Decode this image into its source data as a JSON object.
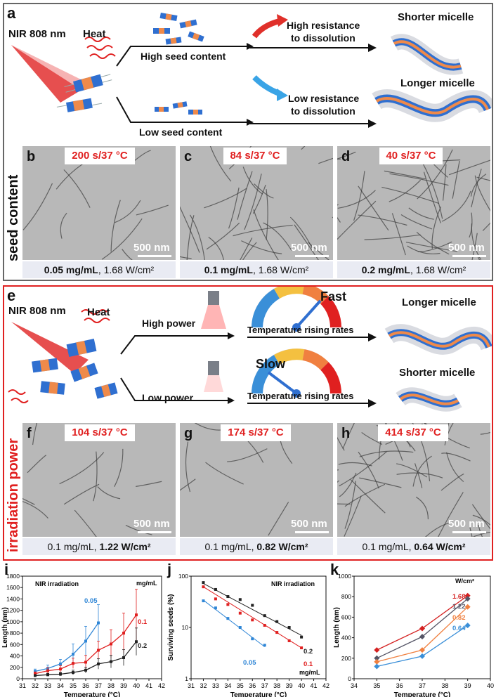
{
  "panels": {
    "a": "a",
    "b": "b",
    "c": "c",
    "d": "d",
    "e": "e",
    "f": "f",
    "g": "g",
    "h": "h",
    "i": "i",
    "j": "j",
    "k": "k"
  },
  "top": {
    "nir": "NIR 808 nm",
    "heat": "Heat",
    "high_seed": "High seed content",
    "low_seed": "Low seed content",
    "high_res_1": "High resistance",
    "high_res_2": "to dissolution",
    "low_res_1": "Low resistance",
    "low_res_2": "to dissolution",
    "shorter": "Shorter micelle",
    "longer": "Longer micelle",
    "side_label": "seed content"
  },
  "tem_top": [
    {
      "title": "200 s/37 °C",
      "scale": "500 nm",
      "cap_bold": "0.05 mg/mL",
      "cap_rest": ", 1.68 W/cm²"
    },
    {
      "title": "84 s/37 °C",
      "scale": "500 nm",
      "cap_bold": "0.1 mg/mL",
      "cap_rest": ", 1.68 W/cm²"
    },
    {
      "title": "40 s/37 °C",
      "scale": "500 nm",
      "cap_bold": "0.2 mg/mL",
      "cap_rest": ", 1.68 W/cm²"
    }
  ],
  "mid": {
    "nir": "NIR 808 nm",
    "heat": "Heat",
    "high_power": "High power",
    "low_power": "Low power",
    "fast": "Fast",
    "slow": "Slow",
    "temp_rate": "Temperature rising rates",
    "longer": "Longer micelle",
    "shorter": "Shorter micelle",
    "side_label": "irradiation power"
  },
  "tem_mid": [
    {
      "title": "104 s/37 °C",
      "scale": "500 nm",
      "cap_rest": "0.1 mg/mL, ",
      "cap_bold": "1.22 W/cm²"
    },
    {
      "title": "174 s/37 °C",
      "scale": "500 nm",
      "cap_rest": "0.1 mg/mL, ",
      "cap_bold": "0.82 W/cm²"
    },
    {
      "title": "414 s/37 °C",
      "scale": "500 nm",
      "cap_rest": "0.1 mg/mL, ",
      "cap_bold": "0.64 W/cm²"
    }
  ],
  "chart_data": [
    {
      "type": "line",
      "xlabel": "Temperature (°C)",
      "ylabel": "Length (nm)",
      "annotation": "NIR irradiation",
      "legend_title": "mg/mL",
      "xlim": [
        31,
        42
      ],
      "ylim": [
        0,
        1800
      ],
      "x_ticks": [
        31,
        32,
        33,
        34,
        35,
        36,
        37,
        38,
        39,
        40,
        41,
        42
      ],
      "y_ticks": [
        0,
        200,
        400,
        600,
        800,
        1000,
        1200,
        1400,
        1600,
        1800
      ],
      "series": [
        {
          "name": "0.05",
          "color": "#2f86d6",
          "x": [
            32,
            33,
            34,
            35,
            36,
            37
          ],
          "y": [
            130,
            180,
            260,
            430,
            660,
            980
          ],
          "err": [
            40,
            60,
            80,
            180,
            260,
            320
          ]
        },
        {
          "name": "0.1",
          "color": "#e02020",
          "x": [
            32,
            33,
            34,
            35,
            36,
            37,
            38,
            39,
            40
          ],
          "y": [
            90,
            140,
            170,
            270,
            290,
            500,
            610,
            800,
            1120
          ],
          "err": [
            30,
            50,
            60,
            90,
            120,
            160,
            250,
            350,
            450
          ]
        },
        {
          "name": "0.2",
          "color": "#222222",
          "x": [
            32,
            33,
            34,
            35,
            36,
            37,
            38,
            39,
            40
          ],
          "y": [
            55,
            70,
            80,
            110,
            150,
            260,
            300,
            370,
            650
          ],
          "err": [
            20,
            25,
            30,
            40,
            50,
            90,
            110,
            140,
            240
          ]
        }
      ]
    },
    {
      "type": "scatter",
      "xlabel": "Temperature (°C)",
      "ylabel": "Surviving seeds (%)",
      "annotation": "NIR irradiation",
      "legend_title": "mg/mL",
      "log_y": true,
      "xlim": [
        31,
        42
      ],
      "ylim": [
        1,
        100
      ],
      "x_ticks": [
        31,
        32,
        33,
        34,
        35,
        36,
        37,
        38,
        39,
        40,
        41,
        42
      ],
      "y_ticks": [
        1,
        10,
        100
      ],
      "series": [
        {
          "name": "0.2",
          "color": "#222222",
          "x": [
            32,
            33,
            34,
            35,
            36,
            37,
            38,
            39,
            40
          ],
          "y": [
            75,
            55,
            40,
            35,
            27,
            17,
            13,
            10,
            6.5
          ],
          "fit": [
            [
              32,
              72
            ],
            [
              40,
              7
            ]
          ]
        },
        {
          "name": "0.1",
          "color": "#e02020",
          "x": [
            32,
            33,
            34,
            35,
            36,
            37,
            38,
            39,
            40
          ],
          "y": [
            62,
            36,
            28,
            19,
            14,
            11,
            8,
            5.5,
            4
          ],
          "fit": [
            [
              32,
              62
            ],
            [
              40,
              4
            ]
          ]
        },
        {
          "name": "0.05",
          "color": "#2f86d6",
          "x": [
            32,
            33,
            34,
            35,
            36,
            37
          ],
          "y": [
            33,
            24,
            15,
            10,
            6,
            4.5
          ],
          "fit": [
            [
              32,
              34
            ],
            [
              37,
              4.2
            ]
          ]
        }
      ]
    },
    {
      "type": "line",
      "xlabel": "Temperature (°C)",
      "ylabel": "Length (nm)",
      "legend_title": "W/cm²",
      "xlim": [
        34,
        40
      ],
      "ylim": [
        0,
        1000
      ],
      "x_ticks": [
        34,
        35,
        36,
        37,
        38,
        39,
        40
      ],
      "y_ticks": [
        0,
        200,
        400,
        600,
        800,
        1000
      ],
      "series": [
        {
          "name": "1.68",
          "color": "#d42020",
          "x": [
            35,
            37,
            39
          ],
          "y": [
            280,
            490,
            810
          ]
        },
        {
          "name": "1.22",
          "color": "#555566",
          "x": [
            35,
            37,
            39
          ],
          "y": [
            200,
            410,
            780
          ]
        },
        {
          "name": "0.82",
          "color": "#f08040",
          "x": [
            35,
            37,
            39
          ],
          "y": [
            165,
            280,
            700
          ]
        },
        {
          "name": "0.64",
          "color": "#3a8fd8",
          "x": [
            35,
            37,
            39
          ],
          "y": [
            120,
            220,
            520
          ]
        }
      ]
    }
  ]
}
